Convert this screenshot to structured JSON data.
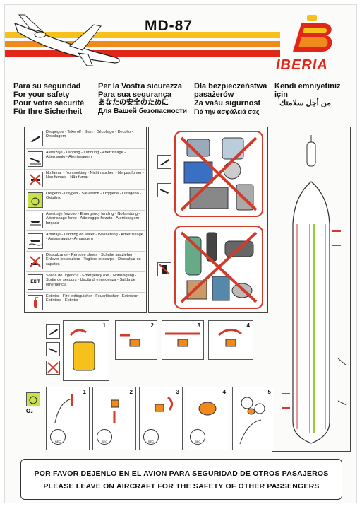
{
  "header": {
    "title": "MD-87",
    "brand": "IBERIA",
    "colors": {
      "red": "#e2261a",
      "orange": "#f08a1c",
      "yellow": "#f5c11a"
    }
  },
  "safety_titles": {
    "col1": [
      "Para su seguridad",
      "For your safety",
      "Pour votre sécurité",
      "Für Ihre Sicherheit"
    ],
    "col2": [
      "Per la Vostra sicurezza",
      "Para sua segurança",
      "あなたの安全のために",
      "Для Вашей безопасности"
    ],
    "col3": [
      "Dla bezpieczeństwa",
      "pasażerów",
      "Za vašu sigurnost",
      "Γιά τήν άσφάλειά σας"
    ],
    "col4": [
      "Kendi emniyetiniz",
      "için",
      "من أجل سلامتك"
    ]
  },
  "legend": [
    {
      "icon": "takeoff-icon",
      "text": "Despegue - Take off - Start - Décollage - Decollo - Decolagem"
    },
    {
      "icon": "landing-icon",
      "text": "Aterrizaje - Landing - Landung - Atterrissage - Atterraggio - Aterrissagem"
    },
    {
      "icon": "no-smoking-icon",
      "text": "No fumar - No smoking - Nicht rauchen - Ne pas fumer - Non fumare - Não fumar"
    },
    {
      "icon": "oxygen-icon",
      "text": "Oxígeno - Oxygen - Sauerstoff - Oxygène - Ossigeno - Oxigênio"
    },
    {
      "icon": "emergency-landing-icon",
      "text": "Aterrizaje forzoso - Emergency landing - Notlandung - Atterrissage forcé - Atterraggio forzato - Aterrissagem forçada"
    },
    {
      "icon": "ditching-icon",
      "text": "Amaraje - Landing on water - Wasserung - Amerrissage - Ammaraggio - Amaragem"
    },
    {
      "icon": "remove-shoes-icon",
      "text": "Descalzarse - Remove shoes - Schuhe ausziehen - Enlever les souliers - Togliere le scarpe - Descalçar os sapatos"
    },
    {
      "icon": "exit-icon",
      "text": "Salida de urgencia - Emergency exit - Notausgang - Sortie de secours - Uscita di emergenza - Saída de emergência",
      "label": "EXIT"
    },
    {
      "icon": "extinguisher-icon",
      "text": "Extintor - Fire extinguisher - Feuerlöscher - Extinteur - Estintore - Extintor"
    }
  ],
  "seatbelt_steps": [
    "1",
    "2",
    "3",
    "4"
  ],
  "oxygen_steps": [
    "1",
    "2",
    "3",
    "4",
    "5"
  ],
  "dial_label": "SEC",
  "oxygen_label": "O₂",
  "footer": {
    "line1": "POR FAVOR DEJENLO EN EL AVION PARA SEGURIDAD DE OTROS PASAJEROS",
    "line2": "PLEASE LEAVE ON AIRCRAFT FOR THE SAFETY OF OTHER PASSENGERS"
  }
}
